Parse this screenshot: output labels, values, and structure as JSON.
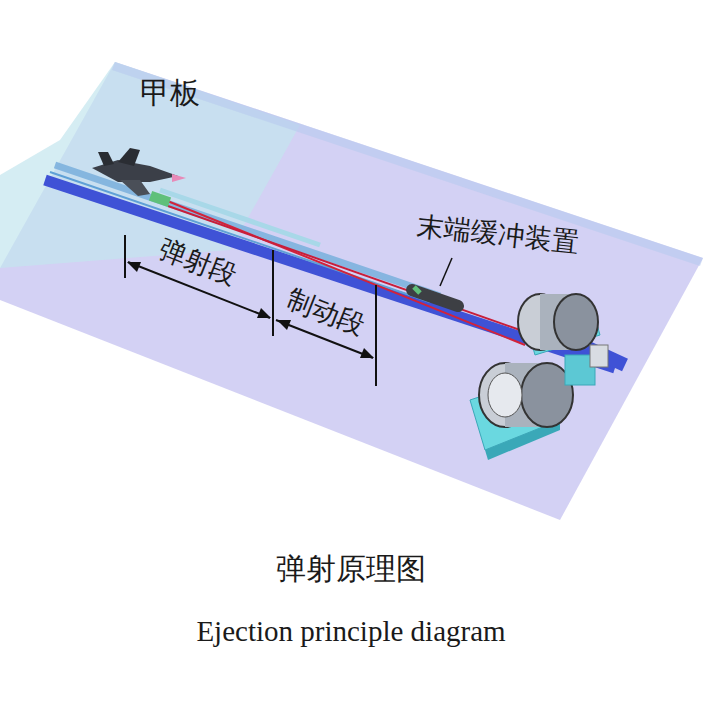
{
  "diagram": {
    "caption": "弹射原理图",
    "labels": [
      "甲板",
      "末端缓冲装置",
      "弹射段",
      "制动段",
      "Ejection principle diagram"
    ]
  }
}
